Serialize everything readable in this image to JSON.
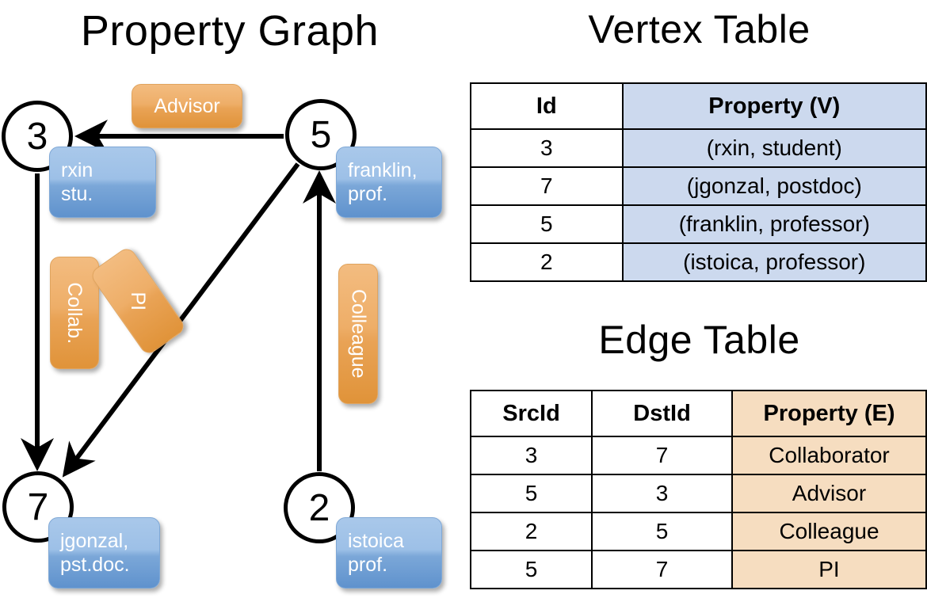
{
  "titles": {
    "property_graph": "Property Graph",
    "vertex_table": "Vertex Table",
    "edge_table": "Edge Table"
  },
  "graph": {
    "nodes": [
      {
        "id": "3",
        "name": "rxin",
        "role": "stu."
      },
      {
        "id": "5",
        "name": "franklin,",
        "role": "prof."
      },
      {
        "id": "7",
        "name": "jgonzal,",
        "role": "pst.doc."
      },
      {
        "id": "2",
        "name": "istoica",
        "role": "prof."
      }
    ],
    "edge_labels": [
      {
        "key": "advisor",
        "label": "Advisor"
      },
      {
        "key": "collab",
        "label": "Collab."
      },
      {
        "key": "pi",
        "label": "PI"
      },
      {
        "key": "colleague",
        "label": "Colleague"
      }
    ],
    "edges": [
      {
        "from": "5",
        "to": "3",
        "label": "Advisor"
      },
      {
        "from": "3",
        "to": "7",
        "label": "Collab."
      },
      {
        "from": "5",
        "to": "7",
        "label": "PI"
      },
      {
        "from": "2",
        "to": "5",
        "label": "Colleague"
      }
    ]
  },
  "vertex_table": {
    "headers": [
      "Id",
      "Property (V)"
    ],
    "rows": [
      {
        "id": "3",
        "property": "(rxin, student)"
      },
      {
        "id": "7",
        "property": "(jgonzal, postdoc)"
      },
      {
        "id": "5",
        "property": "(franklin, professor)"
      },
      {
        "id": "2",
        "property": "(istoica, professor)"
      }
    ]
  },
  "edge_table": {
    "headers": [
      "SrcId",
      "DstId",
      "Property (E)"
    ],
    "rows": [
      {
        "src": "3",
        "dst": "7",
        "property": "Collaborator"
      },
      {
        "src": "5",
        "dst": "3",
        "property": "Advisor"
      },
      {
        "src": "2",
        "dst": "5",
        "property": "Colleague"
      },
      {
        "src": "5",
        "dst": "7",
        "property": "PI"
      }
    ]
  },
  "colors": {
    "vertex_box": "#7ba7d8",
    "edge_box": "#e9a356",
    "vertex_cell": "#ccd9ee",
    "edge_cell": "#f6ddc0",
    "stroke": "#000000"
  }
}
